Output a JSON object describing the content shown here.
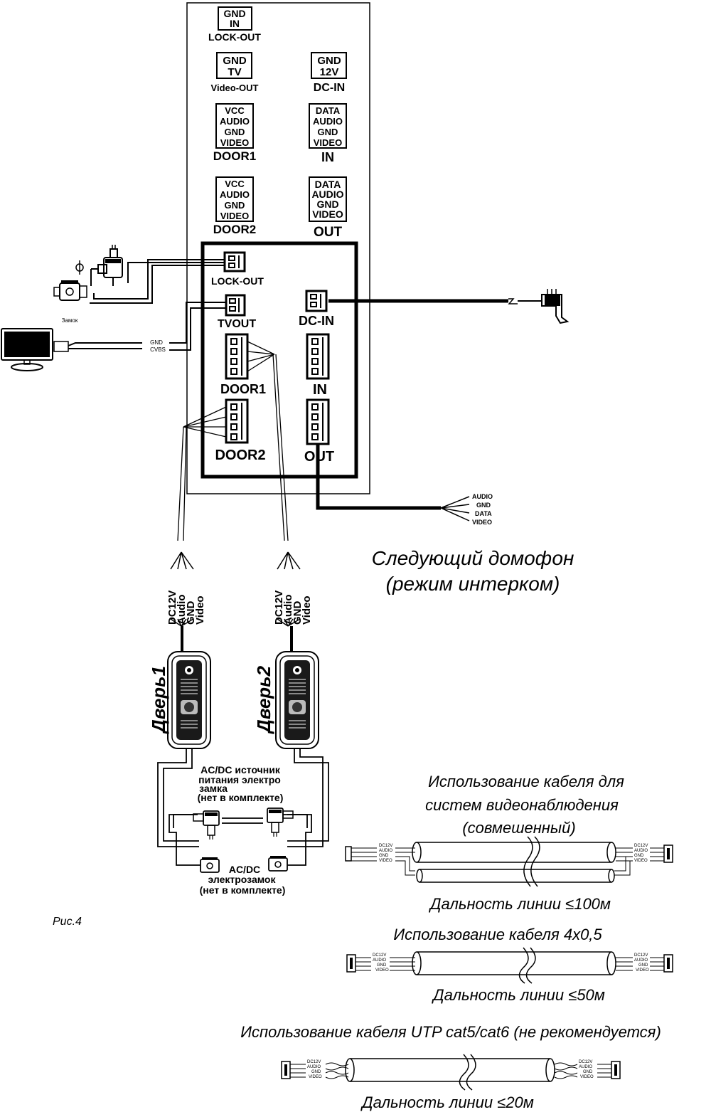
{
  "panel": {
    "connectors": {
      "lock_out": {
        "pins": [
          "GND",
          "IN"
        ],
        "label": "LOCK-OUT"
      },
      "video_out": {
        "pins": [
          "GND",
          "TV"
        ],
        "label": "Video-OUT"
      },
      "dc_in": {
        "pins": [
          "GND",
          "12V"
        ],
        "label": "DC-IN"
      },
      "door1": {
        "pins": [
          "VCC",
          "AUDIO",
          "GND",
          "VIDEO"
        ],
        "label": "DOOR1"
      },
      "in": {
        "pins": [
          "DATA",
          "AUDIO",
          "GND",
          "VIDEO"
        ],
        "label": "IN"
      },
      "door2": {
        "pins": [
          "VCC",
          "AUDIO",
          "GND",
          "VIDEO"
        ],
        "label": "DOOR2"
      },
      "out": {
        "pins": [
          "DATA",
          "AUDIO",
          "GND",
          "VIDEO"
        ],
        "label": "OUT"
      }
    },
    "board": {
      "lock_out": "LOCK-OUT",
      "tv_out": "TVOUT",
      "dc_in": "DC-IN",
      "door1": "DOOR1",
      "in": "IN",
      "door2": "DOOR2",
      "out": "OUT"
    }
  },
  "lock_label": "Замок",
  "monitor_wires": [
    "GND",
    "CVBS"
  ],
  "out_wires": [
    "AUDIO",
    "GND",
    "DATA",
    "VIDEO"
  ],
  "next_intercom": [
    "Следующий домофон",
    "(режим интерком)"
  ],
  "door_wires": [
    "DC12V",
    "Audio",
    "GND",
    "Video"
  ],
  "door1_label": "Дверь1",
  "door2_label": "Дверь2",
  "psu_label": [
    "AC/DC источник",
    "питания электро",
    "замка",
    "(нет в комплекте)"
  ],
  "elock_label": [
    "AC/DC",
    "электрозамок",
    "(нет в комплекте)"
  ],
  "fig_label": "Рис.4",
  "cable_wires": [
    "DC12V",
    "AUDIO",
    "GND",
    "VIDEO"
  ],
  "cables": {
    "combined": {
      "title": [
        "Использование кабеля для",
        "систем видеонаблюдения",
        "(совмешенный)"
      ],
      "distance": "Дальность линии ≤100м"
    },
    "four": {
      "title": "Использование кабеля 4x0,5",
      "distance": "Дальность линии ≤50м"
    },
    "utp": {
      "title": "Использование кабеля UTP cat5/cat6 (не рекомендуется)",
      "distance": "Дальность линии ≤20м"
    }
  }
}
